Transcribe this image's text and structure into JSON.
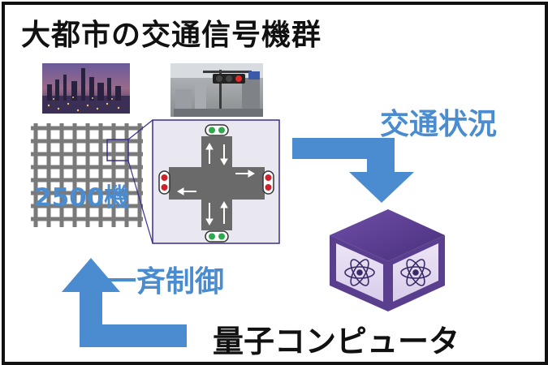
{
  "title": "大都市の交通信号機群",
  "grid_label": "2500機",
  "traffic_status_label": "交通状況",
  "batch_control_label": "一斉制御",
  "quantum_computer_label": "量子コンピュータ",
  "colors": {
    "accent_blue": "#4a8ccf",
    "purple": "#5b3f8f",
    "signal_red": "#d0202a",
    "signal_green": "#2fa84f",
    "road_gray": "#6a6a6a",
    "border": "#111111"
  },
  "icons": [
    "city-night-photo",
    "traffic-light-photo",
    "street-grid",
    "intersection",
    "quantum-cube",
    "atom-icon"
  ]
}
